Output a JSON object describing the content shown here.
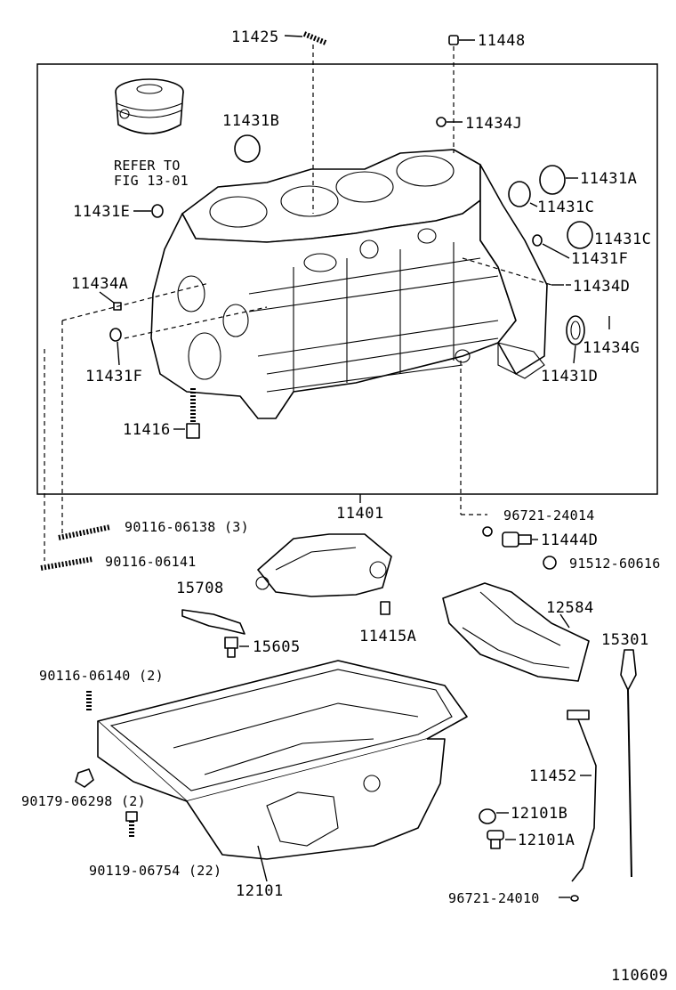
{
  "diagram": {
    "figure_id": "110609",
    "refer_note": [
      "REFER TO",
      "FIG 13-01"
    ],
    "labels": {
      "p11425": "11425",
      "p11448": "11448",
      "p11431B": "11431B",
      "p11434J": "11434J",
      "p11431A": "11431A",
      "p11431E": "11431E",
      "p11431C_1": "11431C",
      "p11431C_2": "11431C",
      "p11431F_1": "11431F",
      "p11434A": "11434A",
      "p11434D": "11434D",
      "p11434G": "11434G",
      "p11431F_2": "11431F",
      "p11431D": "11431D",
      "p11416": "11416",
      "p11401": "11401",
      "p90116_06138": "90116-06138 (3)",
      "p90116_06141": "90116-06141",
      "p96721_24014": "96721-24014",
      "p11444D": "11444D",
      "p91512_60616": "91512-60616",
      "p15708": "15708",
      "p15605": "15605",
      "p11415A": "11415A",
      "p12584": "12584",
      "p15301": "15301",
      "p90116_06140": "90116-06140 (2)",
      "p11452": "11452",
      "p12101B": "12101B",
      "p12101A": "12101A",
      "p90179_06298": "90179-06298 (2)",
      "p90119_06754": "90119-06754 (22)",
      "p12101": "12101",
      "p96721_24010": "96721-24010"
    }
  }
}
